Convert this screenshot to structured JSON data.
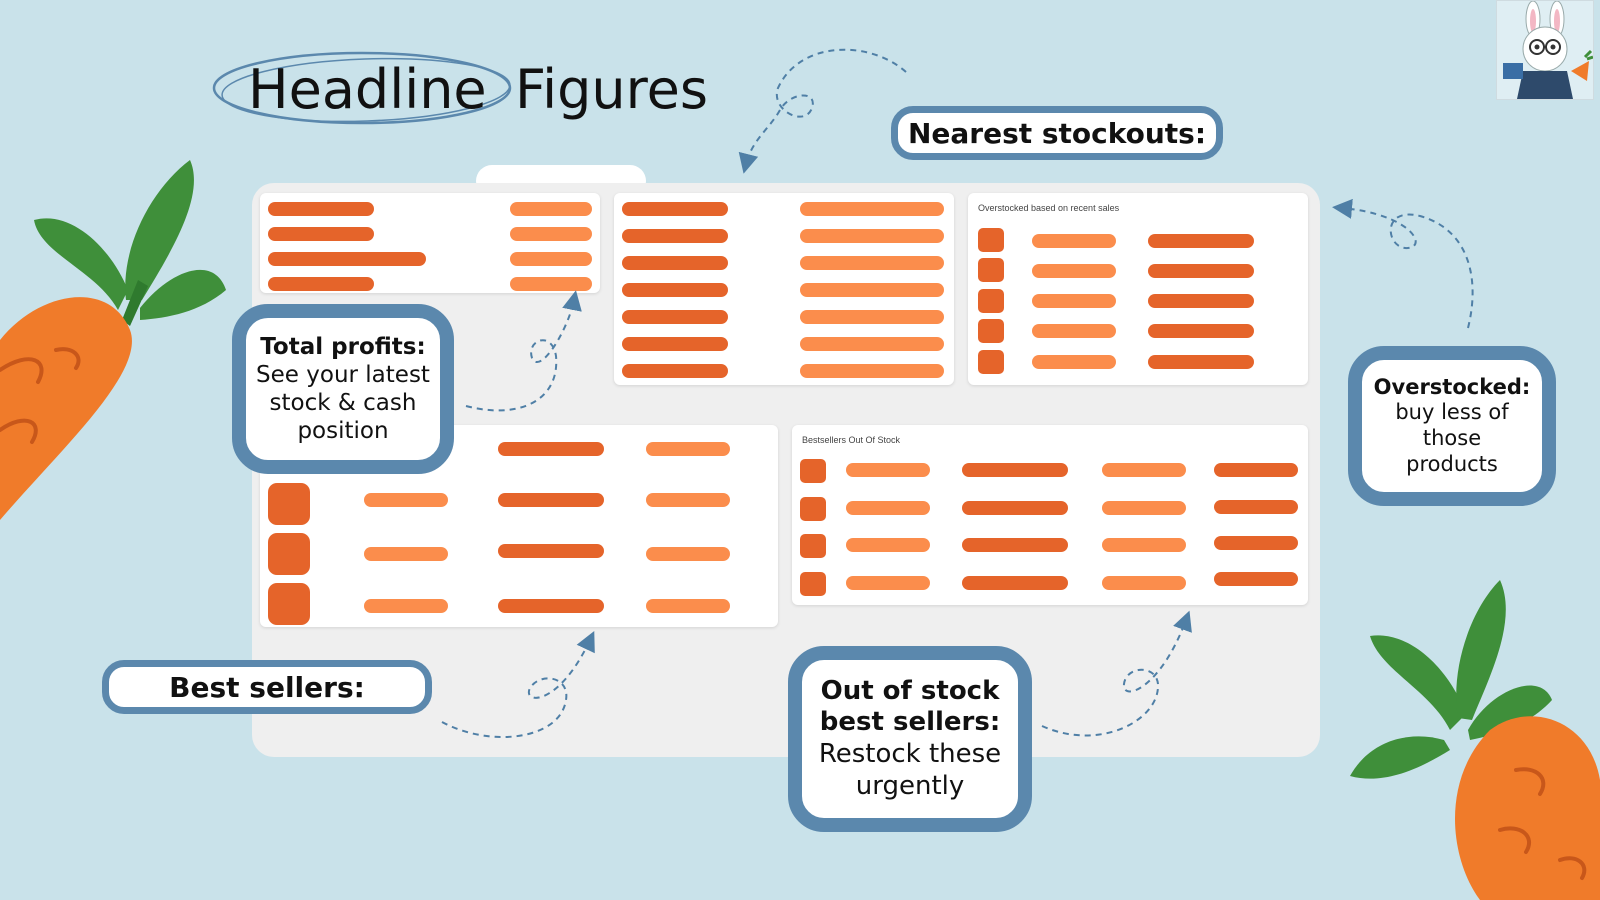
{
  "headline": {
    "word1": "Headline",
    "word2": "Figures"
  },
  "cards": {
    "overstocked_title": "Overstocked based on recent sales",
    "out_of_stock_title": "Bestsellers Out Of Stock"
  },
  "callouts": {
    "nearest_stockouts": "Nearest stockouts:",
    "total_profits": {
      "title": "Total profits:",
      "body": "See your latest stock & cash position"
    },
    "overstocked": {
      "title": "Overstocked:",
      "body": "buy less of those products"
    },
    "best_sellers": "Best sellers:",
    "out_of_stock": {
      "title": "Out of stock best sellers:",
      "body": "Restock these urgently"
    }
  },
  "colors": {
    "background": "#c9e2ea",
    "callout_border": "#5b88ad",
    "bar_dark": "#e5642a",
    "bar_light": "#fb8d4c",
    "arrow": "#4f7fa6",
    "carrot": "#f07b2a",
    "leaf": "#3f8f3a"
  },
  "icons": [
    "carrot-icon",
    "bunny-avatar-icon",
    "dashed-arrow-icon"
  ]
}
